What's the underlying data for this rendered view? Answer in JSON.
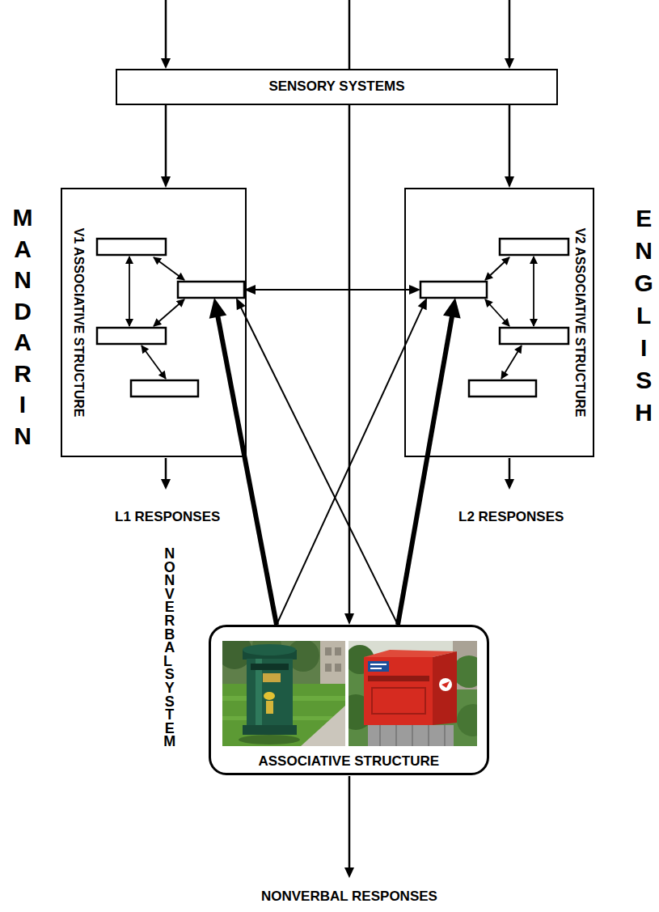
{
  "diagram": {
    "nodes": [
      {
        "text": [
          "SENSORY SYSTEMS"
        ]
      },
      {
        "text": [
          "V1 ASSOCIATIVE STRUCTURE"
        ]
      },
      {
        "text": [
          "V2 ASSOCIATIVE STRUCTURE"
        ]
      },
      {
        "text": [
          "ASSOCIATIVE STRUCTURE"
        ]
      }
    ],
    "edges": [
      {
        "from": 0,
        "to": 1,
        "arrow": "to"
      },
      {
        "from": 0,
        "to": 2,
        "arrow": "to"
      },
      {
        "from": 0,
        "to": 3,
        "arrow": "to"
      },
      {
        "from": 1,
        "to": 2,
        "arrow": "both"
      },
      {
        "from": 3,
        "to": 1,
        "arrow": "to"
      },
      {
        "from": 3,
        "to": 1,
        "arrow": "to"
      },
      {
        "from": 3,
        "to": 2,
        "arrow": "to"
      },
      {
        "from": 3,
        "to": 2,
        "arrow": "to"
      }
    ],
    "labels": [
      "MANDARIN",
      "ENGLISH",
      "L1 RESPONSES",
      "L2 RESPONSES",
      "NONVERBAL SYSTEM",
      "NONVERBAL RESPONSES"
    ]
  }
}
